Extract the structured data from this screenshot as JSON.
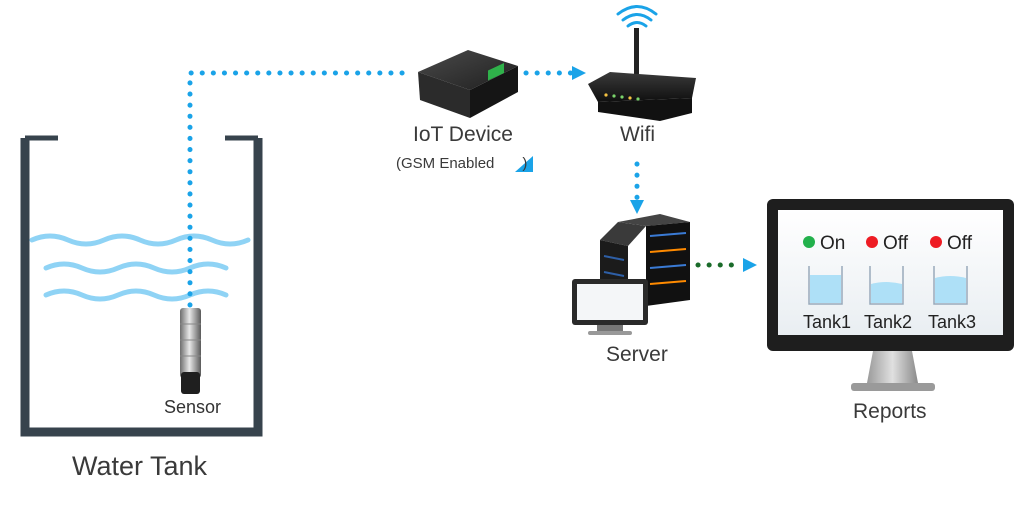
{
  "labels": {
    "water_tank": "Water Tank",
    "sensor": "Sensor",
    "iot_device": "IoT Device",
    "gsm": "(GSM Enabled",
    "gsm_close": ")",
    "wifi": "Wifi",
    "server": "Server",
    "reports": "Reports"
  },
  "report_tanks": [
    {
      "name": "Tank1",
      "status": "On",
      "status_color": "#22b14c"
    },
    {
      "name": "Tank2",
      "status": "Off",
      "status_color": "#ee1c24"
    },
    {
      "name": "Tank3",
      "status": "Off",
      "status_color": "#ee1c24"
    }
  ],
  "colors": {
    "tank_wall": "#37434d",
    "water": "#8fd3f5",
    "link_blue": "#1aa3e8",
    "link_green": "#1a6b2a",
    "status_on": "#22b14c",
    "status_off": "#ee1c24"
  },
  "icons": [
    "sensor-icon",
    "iot-device-icon",
    "signal-icon",
    "router-icon",
    "wifi-icon",
    "server-icon",
    "monitor-icon"
  ]
}
